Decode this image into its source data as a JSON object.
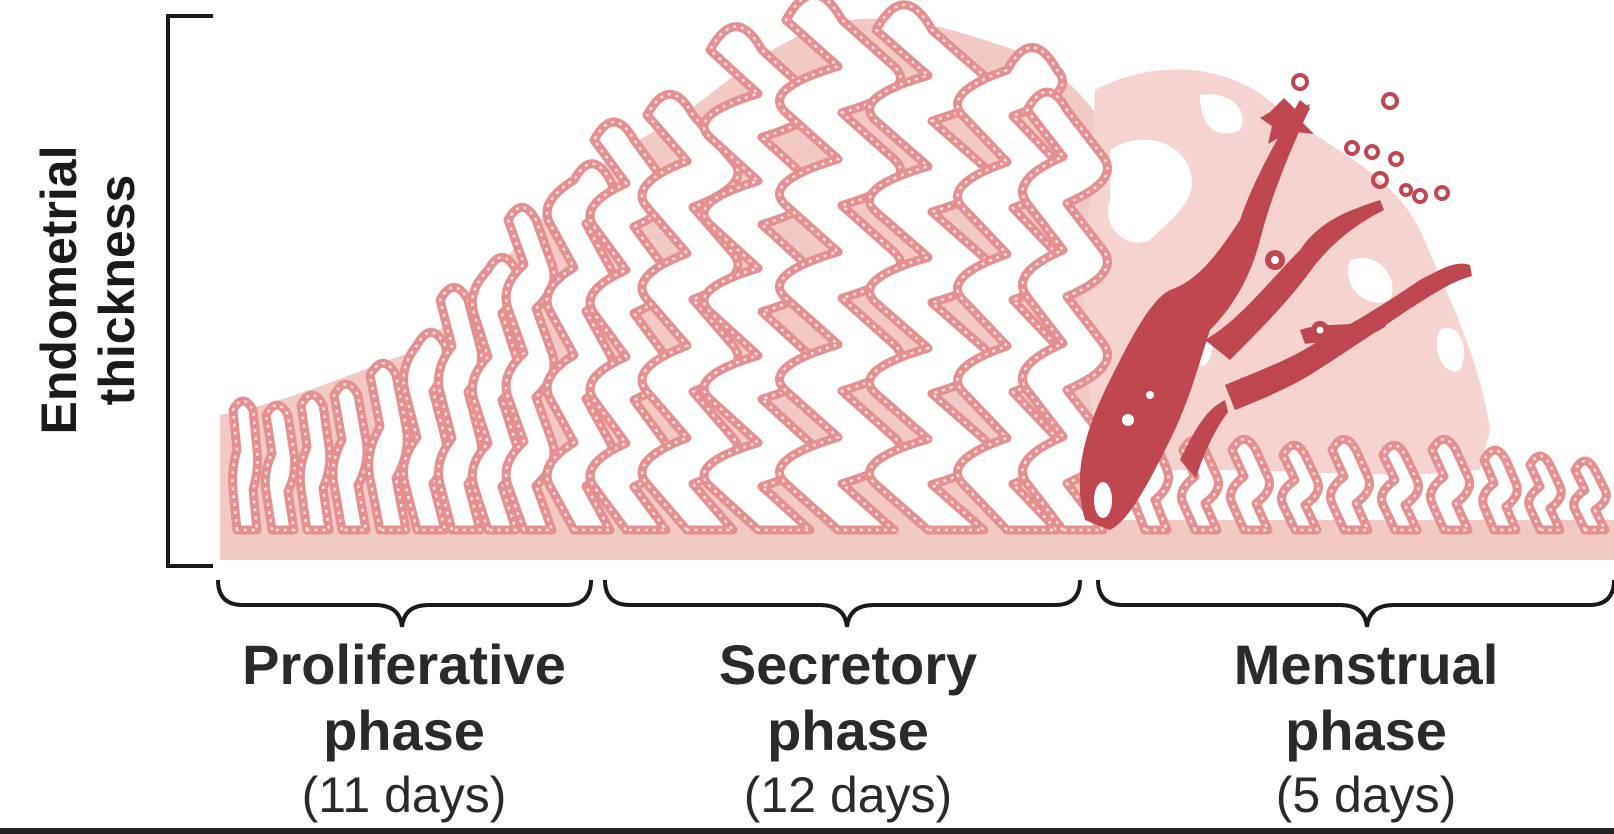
{
  "axis": {
    "line1": "Endometrial",
    "line2": "thickness"
  },
  "phases": [
    {
      "name": "Proliferative",
      "word": "phase",
      "duration": "(11 days)"
    },
    {
      "name": "Secretory",
      "word": "phase",
      "duration": "(12 days)"
    },
    {
      "name": "Menstrual",
      "word": "phase",
      "duration": "(5 days)"
    }
  ],
  "colors": {
    "tissue": "#f3c9c4",
    "gland": "#e58f8f",
    "gland_stripe": "#fbe1de",
    "blood": "#c0464f",
    "fragment": "#f6d3cf",
    "ink": "#1a1a1a"
  }
}
